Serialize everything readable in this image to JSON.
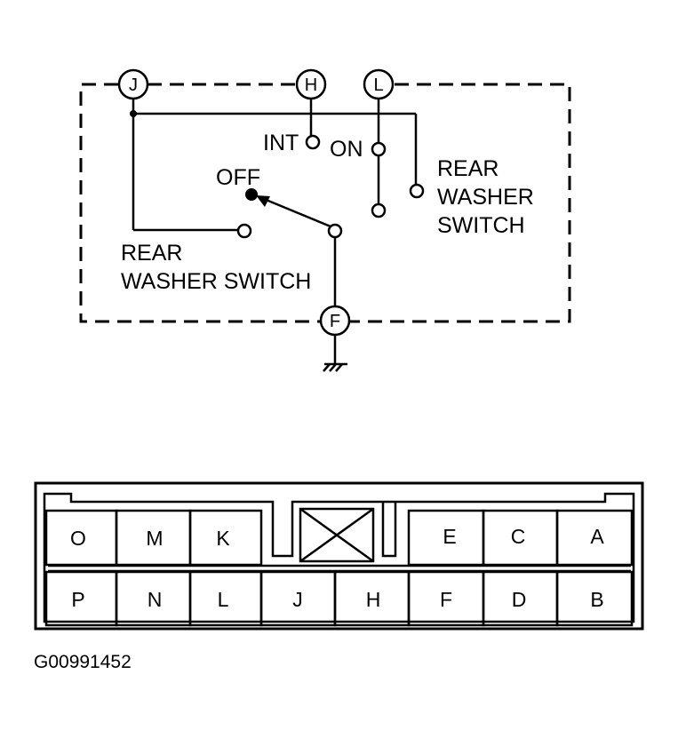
{
  "schematic": {
    "terminals": {
      "j": "J",
      "h": "H",
      "l": "L",
      "f": "F"
    },
    "labels": {
      "int": "INT",
      "on": "ON",
      "off": "OFF",
      "rear_washer_switch_right_line1": "REAR",
      "rear_washer_switch_right_line2": "WASHER",
      "rear_washer_switch_right_line3": "SWITCH",
      "rear_washer_switch_left_line1": "REAR",
      "rear_washer_switch_left_line2": "WASHER SWITCH"
    }
  },
  "connector": {
    "top_row": [
      "O",
      "M",
      "K",
      "E",
      "C",
      "A"
    ],
    "bottom_row": [
      "P",
      "N",
      "L",
      "J",
      "H",
      "F",
      "D",
      "B"
    ]
  },
  "figure_id": "G00991452"
}
